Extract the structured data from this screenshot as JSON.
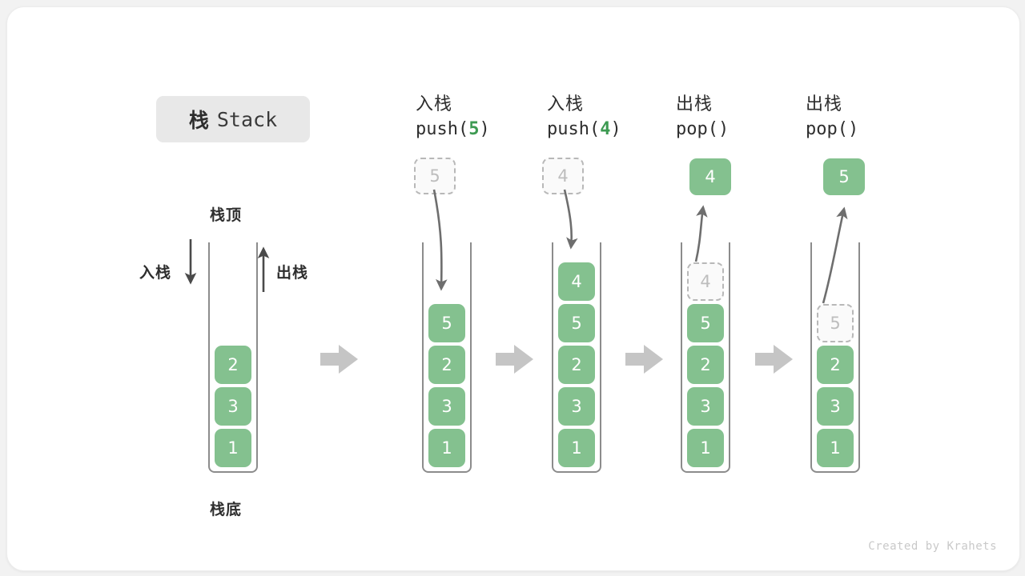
{
  "title": {
    "cn": "栈",
    "en": "Stack"
  },
  "annotations": {
    "top": "栈顶",
    "bottom": "栈底",
    "push_side": "入栈",
    "pop_side": "出栈"
  },
  "credit": "Created by Krahets",
  "colors": {
    "cell_fill": "#84c18f",
    "cell_text": "#ffffff",
    "ghost_fill": "#fafafa",
    "ghost_text": "#bdbdbd",
    "ghost_border": "#b8b8b8",
    "accent_green": "#3d9a52",
    "container_border": "#8c8c8c",
    "step_arrow": "#c5c5c5",
    "motion_arrow": "#6e6e6e",
    "title_chip": "#e8e8e8",
    "card_bg": "#ffffff",
    "page_bg": "#f2f2f2"
  },
  "stages": [
    {
      "id": "initial",
      "op_cn": "",
      "op_code": "",
      "cells": [
        "2",
        "3",
        "1"
      ]
    },
    {
      "id": "push-5",
      "op_cn": "入栈",
      "op_code_prefix": "push(",
      "op_code_arg": "5",
      "op_code_suffix": ")",
      "float_value": "5",
      "float_kind": "ghost",
      "cells": [
        "5",
        "2",
        "3",
        "1"
      ]
    },
    {
      "id": "push-4",
      "op_cn": "入栈",
      "op_code_prefix": "push(",
      "op_code_arg": "4",
      "op_code_suffix": ")",
      "float_value": "4",
      "float_kind": "ghost",
      "cells": [
        "4",
        "5",
        "2",
        "3",
        "1"
      ]
    },
    {
      "id": "pop-4",
      "op_cn": "出栈",
      "op_code_prefix": "pop(",
      "op_code_arg": "",
      "op_code_suffix": ")",
      "float_value": "4",
      "float_kind": "filled",
      "cells_ghost_top": "4",
      "cells": [
        "5",
        "2",
        "3",
        "1"
      ]
    },
    {
      "id": "pop-5",
      "op_cn": "出栈",
      "op_code_prefix": "pop(",
      "op_code_arg": "",
      "op_code_suffix": ")",
      "float_value": "5",
      "float_kind": "filled",
      "cells_ghost_top": "5",
      "cells": [
        "2",
        "3",
        "1"
      ]
    }
  ],
  "cells": {
    "s0": [
      "2",
      "3",
      "1"
    ],
    "s1": [
      "5",
      "2",
      "3",
      "1"
    ],
    "s2": [
      "4",
      "5",
      "2",
      "3",
      "1"
    ],
    "s3_ghost": "4",
    "s3": [
      "5",
      "2",
      "3",
      "1"
    ],
    "s4_ghost": "5",
    "s4": [
      "2",
      "3",
      "1"
    ]
  },
  "floats": {
    "f1": "5",
    "f2": "4",
    "f3": "4",
    "f4": "5"
  },
  "heads": {
    "h1_cn": "入栈",
    "h1_pre": "push(",
    "h1_arg": "5",
    "h1_post": ")",
    "h2_cn": "入栈",
    "h2_pre": "push(",
    "h2_arg": "4",
    "h2_post": ")",
    "h3_cn": "出栈",
    "h3_pre": "pop(",
    "h3_arg": "",
    "h3_post": ")",
    "h4_cn": "出栈",
    "h4_pre": "pop(",
    "h4_arg": "",
    "h4_post": ")"
  }
}
